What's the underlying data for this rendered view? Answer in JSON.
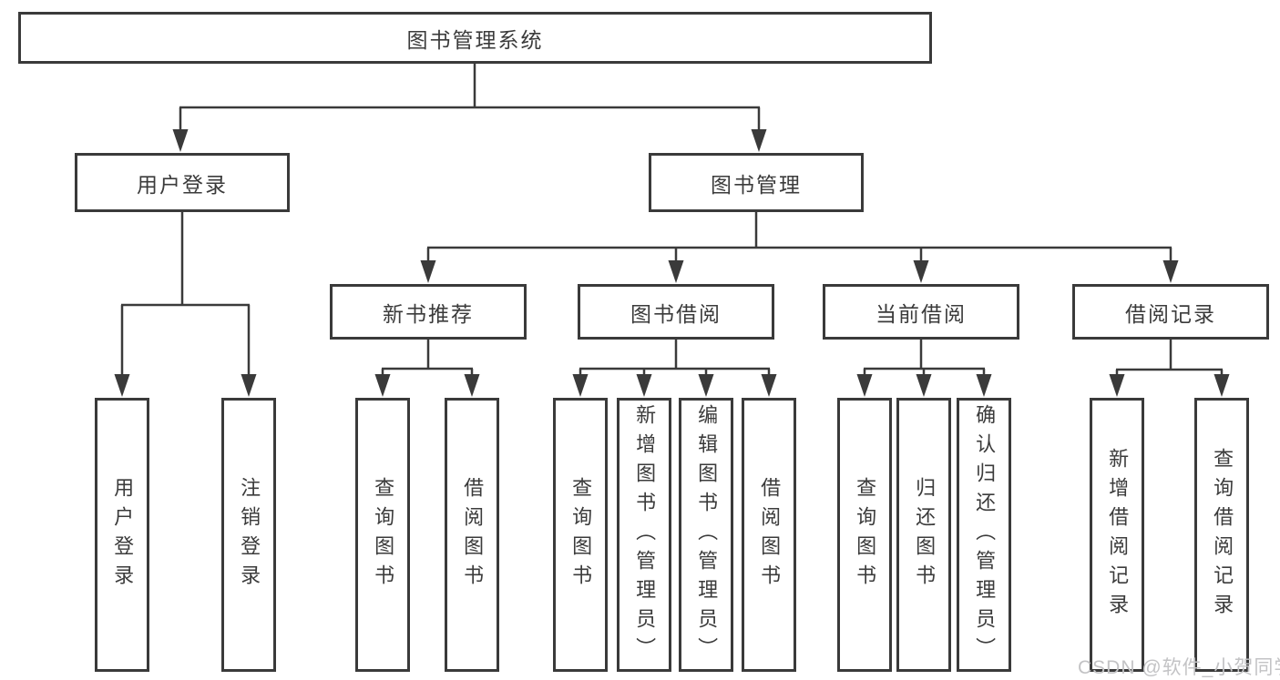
{
  "diagram": {
    "root": {
      "label": "图书管理系统"
    },
    "level2": {
      "user_login": {
        "label": "用户登录"
      },
      "book_management": {
        "label": "图书管理"
      }
    },
    "level3": {
      "new_book_recommend": {
        "label": "新书推荐"
      },
      "book_borrowing": {
        "label": "图书借阅"
      },
      "current_borrowing": {
        "label": "当前借阅"
      },
      "borrowing_records": {
        "label": "借阅记录"
      }
    },
    "leaves": {
      "user_login": {
        "label": "用户登录"
      },
      "logout_login": {
        "label": "注销登录"
      },
      "nb_query_books": {
        "label": "查询图书"
      },
      "nb_borrow_books": {
        "label": "借阅图书"
      },
      "bb_query_books": {
        "label": "查询图书"
      },
      "bb_add_books": {
        "label": "新增图书（管理员）"
      },
      "bb_edit_books": {
        "label": "编辑图书（管理员）"
      },
      "bb_borrow_books": {
        "label": "借阅图书"
      },
      "cb_query_books": {
        "label": "查询图书"
      },
      "cb_return_books": {
        "label": "归还图书"
      },
      "cb_confirm_return": {
        "label": "确认归还（管理员）"
      },
      "br_add_record": {
        "label": "新增借阅记录"
      },
      "br_query_record": {
        "label": "查询借阅记录"
      }
    }
  },
  "watermark": {
    "text": "CSDN @软件_小贺同学"
  },
  "colors": {
    "line": "#3a3a3a",
    "text": "#3b3b3b",
    "background": "#ffffff",
    "watermark": "#c3c3c5"
  }
}
